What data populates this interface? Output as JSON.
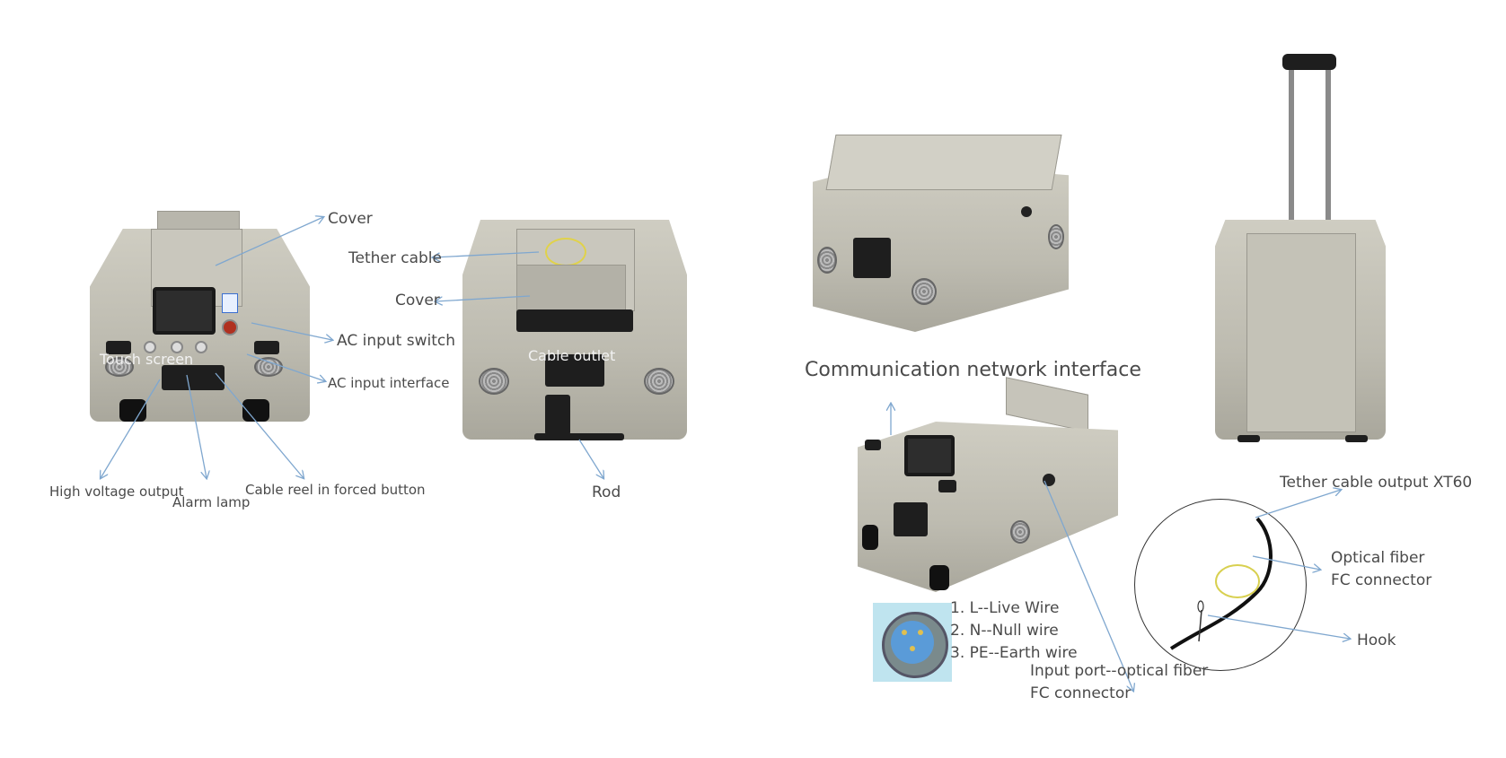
{
  "figure": {
    "description": "Tethered UAV power supply ground box — annotated product views",
    "panels": [
      {
        "id": "front-view",
        "labels": {
          "cover": "Cover",
          "touch_screen": "Touch screen",
          "ac_input_switch": "AC input switch",
          "ac_input_interface": "AC input interface",
          "high_voltage_output": "High voltage output",
          "alarm_lamp": "Alarm lamp",
          "cable_reel_button": "Cable reel in forced button"
        }
      },
      {
        "id": "top-view",
        "labels": {
          "tether_cable": "Tether cable",
          "cover": "Cover",
          "cable_outlet": "Cable outlet",
          "rod": "Rod"
        }
      },
      {
        "id": "side-view",
        "labels": {
          "communication_network_interface": "Communication network interface",
          "input_port_line1": "Input port--optical fiber",
          "input_port_line2": "FC connector"
        }
      },
      {
        "id": "ac-connector-pinout",
        "pins": [
          "1. L--Live Wire",
          "2. N--Null wire",
          "3. PE--Earth wire"
        ]
      },
      {
        "id": "tether-cable-detail",
        "labels": {
          "tether_output": "Tether cable output XT60",
          "optical_fiber_line1": "Optical fiber",
          "optical_fiber_line2": "FC connector",
          "hook": "Hook"
        }
      }
    ],
    "colors": {
      "arrow": "#7fa7cf",
      "label_text": "#4a4a4a",
      "device_body": "#c6c4b9",
      "background": "#ffffff"
    }
  }
}
